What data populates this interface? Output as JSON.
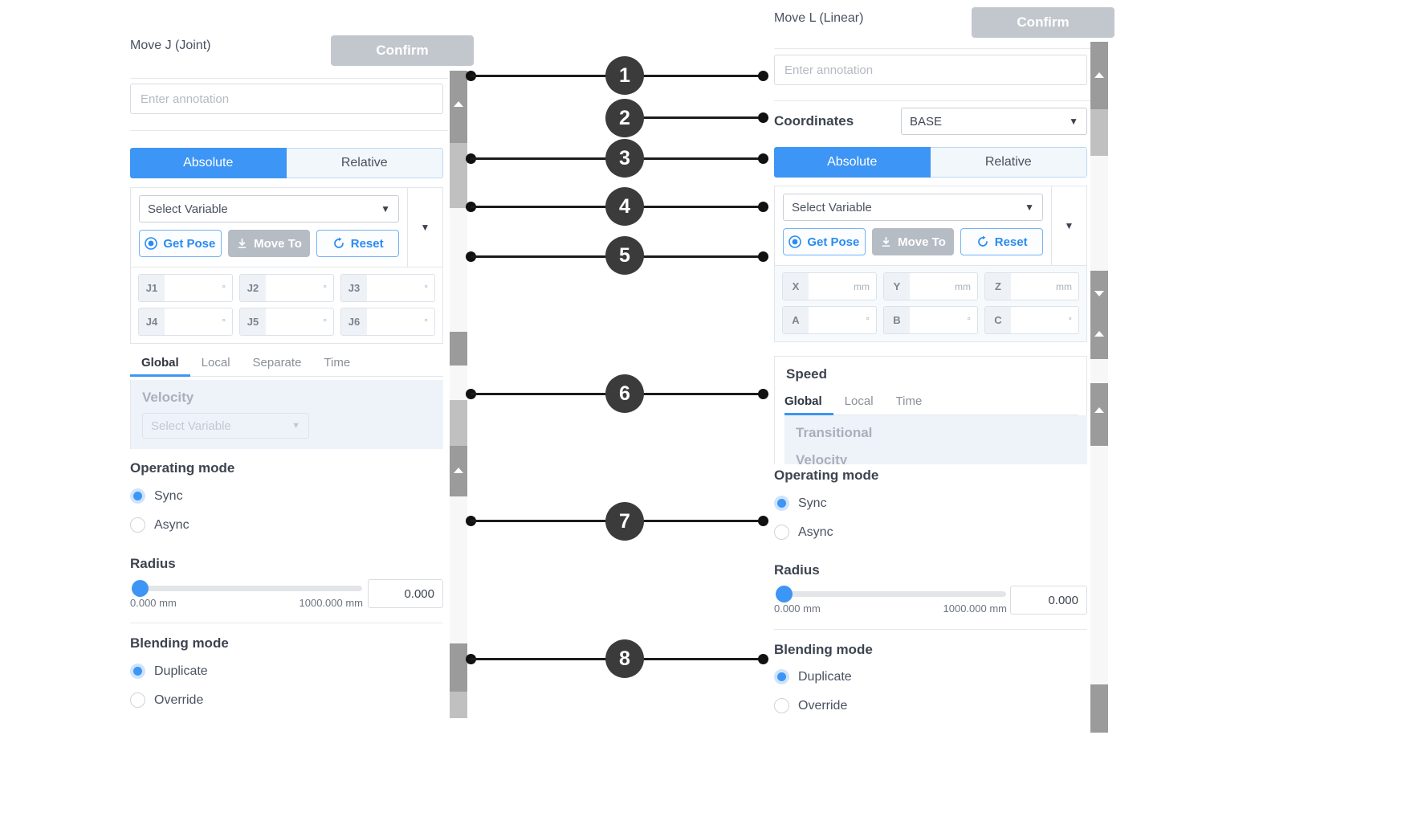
{
  "colors": {
    "accent": "#3d95f5",
    "confirm_disabled": "#c2c7ce",
    "callout": "#3b3b3b",
    "panel_bg": "#ffffff",
    "velocity_bg": "#eef3fa"
  },
  "left_panel": {
    "title": "Move J (Joint)",
    "confirm_label": "Confirm",
    "annotation": {
      "value": "",
      "placeholder": "Enter annotation"
    },
    "mode_toggle": {
      "options": [
        "Absolute",
        "Relative"
      ],
      "selected": "Absolute"
    },
    "variable_select": {
      "value": "Select Variable",
      "caret": "chevron-down-icon"
    },
    "pose_buttons": [
      {
        "label": "Get Pose",
        "icon": "target-icon",
        "state": "enabled"
      },
      {
        "label": "Move To",
        "icon": "download-icon",
        "state": "disabled"
      },
      {
        "label": "Reset",
        "icon": "refresh-icon",
        "state": "enabled"
      }
    ],
    "expand_caret": "chevron-down-icon",
    "joint_fields": [
      {
        "label": "J1",
        "value": "",
        "unit": "°"
      },
      {
        "label": "J2",
        "value": "",
        "unit": "°"
      },
      {
        "label": "J3",
        "value": "",
        "unit": "°"
      },
      {
        "label": "J4",
        "value": "",
        "unit": "°"
      },
      {
        "label": "J5",
        "value": "",
        "unit": "°"
      },
      {
        "label": "J6",
        "value": "",
        "unit": "°"
      }
    ],
    "speed_tabs": {
      "options": [
        "Global",
        "Local",
        "Separate",
        "Time"
      ],
      "selected": "Global"
    },
    "velocity": {
      "label": "Velocity",
      "select_value": "Select Variable",
      "caret": "chevron-down-icon"
    },
    "operating_mode": {
      "title": "Operating mode",
      "options": [
        "Sync",
        "Async"
      ],
      "selected": "Sync"
    },
    "radius": {
      "title": "Radius",
      "min_label": "0.000 mm",
      "max_label": "1000.000 mm",
      "value": "0.000",
      "min": 0,
      "max": 1000,
      "current": 0
    },
    "blending_mode": {
      "title": "Blending mode",
      "options": [
        "Duplicate",
        "Override"
      ],
      "selected": "Duplicate"
    }
  },
  "right_panel": {
    "title": "Move L (Linear)",
    "confirm_label": "Confirm",
    "annotation": {
      "value": "",
      "placeholder": "Enter annotation"
    },
    "coordinates": {
      "label": "Coordinates",
      "value": "BASE",
      "caret": "chevron-down-icon"
    },
    "mode_toggle": {
      "options": [
        "Absolute",
        "Relative"
      ],
      "selected": "Absolute"
    },
    "variable_select": {
      "value": "Select Variable",
      "caret": "chevron-down-icon"
    },
    "pose_buttons": [
      {
        "label": "Get Pose",
        "icon": "target-icon",
        "state": "enabled"
      },
      {
        "label": "Move To",
        "icon": "download-icon",
        "state": "disabled"
      },
      {
        "label": "Reset",
        "icon": "refresh-icon",
        "state": "enabled"
      }
    ],
    "expand_caret": "chevron-down-icon",
    "coord_fields": [
      {
        "label": "X",
        "value": "",
        "unit": "mm"
      },
      {
        "label": "Y",
        "value": "",
        "unit": "mm"
      },
      {
        "label": "Z",
        "value": "",
        "unit": "mm"
      },
      {
        "label": "A",
        "value": "",
        "unit": "°"
      },
      {
        "label": "B",
        "value": "",
        "unit": "°"
      },
      {
        "label": "C",
        "value": "",
        "unit": "°"
      }
    ],
    "speed": {
      "card_title": "Speed",
      "tabs": {
        "options": [
          "Global",
          "Local",
          "Time"
        ],
        "selected": "Global"
      },
      "section_label": "Transitional",
      "clipped_label": "Velocity"
    },
    "operating_mode": {
      "title": "Operating mode",
      "options": [
        "Sync",
        "Async"
      ],
      "selected": "Sync"
    },
    "radius": {
      "title": "Radius",
      "min_label": "0.000 mm",
      "max_label": "1000.000 mm",
      "value": "0.000",
      "min": 0,
      "max": 1000,
      "current": 0
    },
    "blending_mode": {
      "title": "Blending mode",
      "options": [
        "Duplicate",
        "Override"
      ],
      "selected": "Duplicate"
    }
  },
  "callouts": [
    {
      "number": "1",
      "label": "annotation-field"
    },
    {
      "number": "2",
      "label": "coordinates-row"
    },
    {
      "number": "3",
      "label": "absolute-relative-toggle"
    },
    {
      "number": "4",
      "label": "variable-select"
    },
    {
      "number": "5",
      "label": "pose-buttons"
    },
    {
      "number": "6",
      "label": "speed-tabs"
    },
    {
      "number": "7",
      "label": "operating-mode"
    },
    {
      "number": "8",
      "label": "blending-mode"
    }
  ]
}
